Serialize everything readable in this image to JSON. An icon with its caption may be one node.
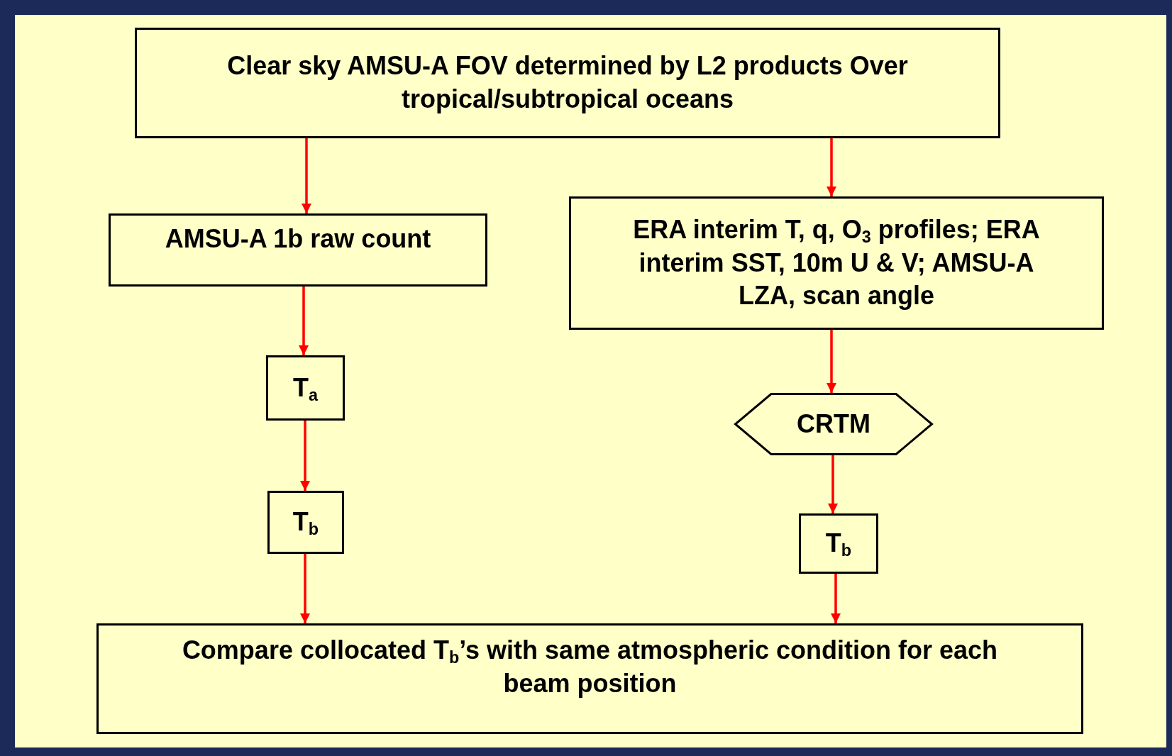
{
  "diagram": {
    "nodes": [
      {
        "text": [
          "Clear  sky AMSU-A FOV determined by L2 products Over tropical/subtropical oceans"
        ]
      },
      {
        "text": [
          "AMSU-A 1b raw count"
        ]
      },
      {
        "text": [
          "ERA interim T, q, O$_{3}$ profiles; ERA interim SST, 10m U & V; AMSU-A LZA, scan angle"
        ]
      },
      {
        "text": [
          "T$_{a}$"
        ]
      },
      {
        "text": [
          "T$_{b}$"
        ]
      },
      {
        "text": [
          "CRTM"
        ]
      },
      {
        "text": [
          "T$_{b}$"
        ]
      },
      {
        "text": [
          "Compare collocated T$_{b}$’s with same atmospheric condition for each beam position"
        ]
      }
    ],
    "edges": [
      {
        "from": 0,
        "to": 1,
        "arrow": "to"
      },
      {
        "from": 0,
        "to": 2,
        "arrow": "to"
      },
      {
        "from": 1,
        "to": 3,
        "arrow": "to"
      },
      {
        "from": 3,
        "to": 4,
        "arrow": "to"
      },
      {
        "from": 4,
        "to": 7,
        "arrow": "to"
      },
      {
        "from": 2,
        "to": 5,
        "arrow": "to"
      },
      {
        "from": 5,
        "to": 6,
        "arrow": "to"
      },
      {
        "from": 6,
        "to": 7,
        "arrow": "to"
      }
    ]
  }
}
